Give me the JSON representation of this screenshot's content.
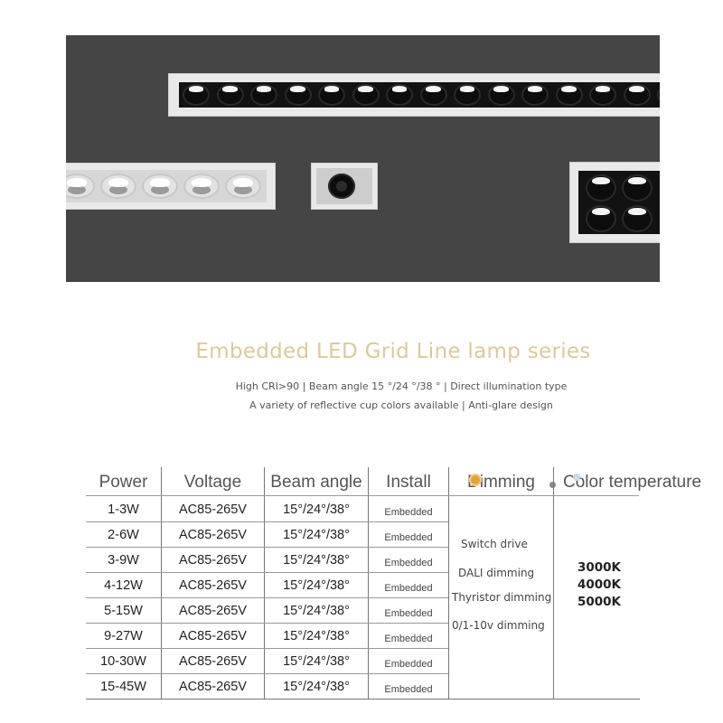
{
  "title": "Embedded LED Grid Line lamp series",
  "subtitle_lines": [
    "High CRI>90 | Beam angle 15 °/24 °/38 ° | Direct illumination type",
    "A variety of reflective cup colors available | Anti-glare design"
  ],
  "table": {
    "headers": [
      "Power",
      "Voltage",
      "Beam angle",
      "Install",
      "Dimming",
      "Color temperature"
    ],
    "rows": [
      {
        "power": "1-3W",
        "voltage": "AC85-265V",
        "beam": "15°/24°/38°",
        "install": "Embedded"
      },
      {
        "power": "2-6W",
        "voltage": "AC85-265V",
        "beam": "15°/24°/38°",
        "install": "Embedded"
      },
      {
        "power": "3-9W",
        "voltage": "AC85-265V",
        "beam": "15°/24°/38°",
        "install": "Embedded"
      },
      {
        "power": "4-12W",
        "voltage": "AC85-265V",
        "beam": "15°/24°/38°",
        "install": "Embedded"
      },
      {
        "power": "5-15W",
        "voltage": "AC85-265V",
        "beam": "15°/24°/38°",
        "install": "Embedded"
      },
      {
        "power": "9-27W",
        "voltage": "AC85-265V",
        "beam": "15°/24°/38°",
        "install": "Embedded"
      },
      {
        "power": "10-30W",
        "voltage": "AC85-265V",
        "beam": "15°/24°/38°",
        "install": "Embedded"
      },
      {
        "power": "15-45W",
        "voltage": "AC85-265V",
        "beam": "15°/24°/38°",
        "install": "Embedded"
      }
    ],
    "dimming_options": [
      "Switch drive",
      "DALI dimming",
      "Thyristor dimming",
      "0/1-10v dimming"
    ],
    "color_temperatures": [
      "3000K",
      "4000K",
      "5000K"
    ]
  },
  "colors": {
    "title": "#ddc99a",
    "photo_background": "#454545",
    "fixture_housing": "#e9e9e9"
  }
}
